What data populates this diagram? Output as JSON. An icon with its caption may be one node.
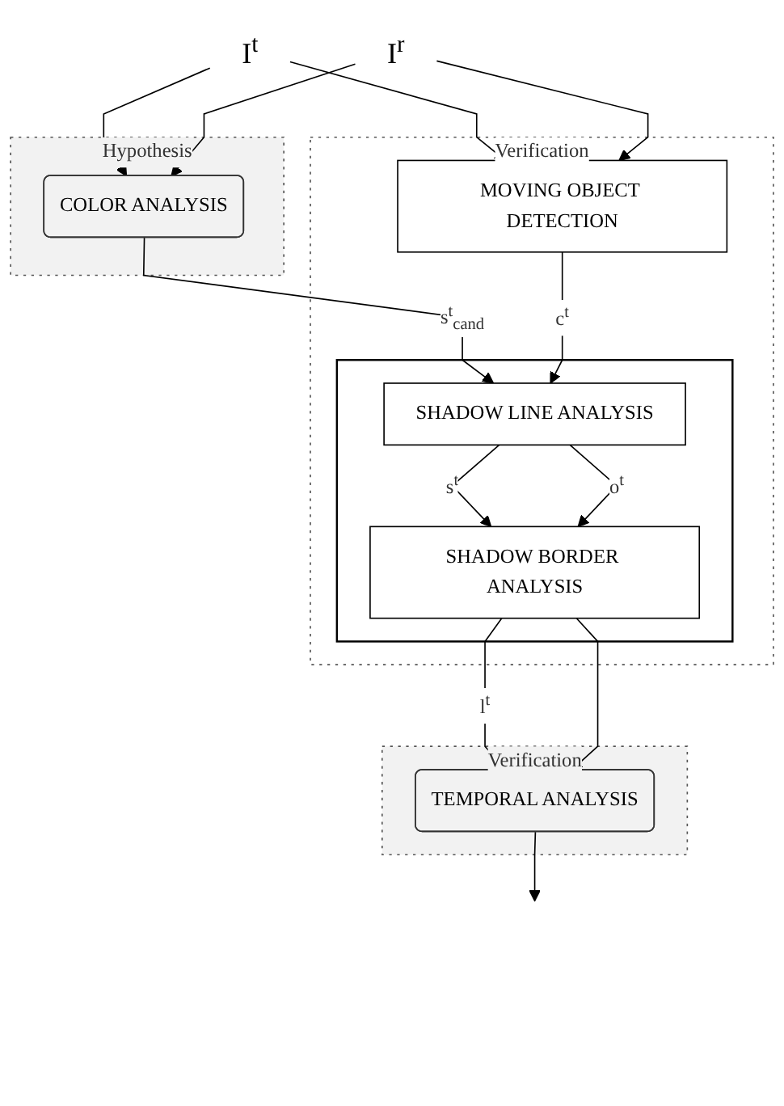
{
  "diagram": {
    "nodes": [
      {
        "text": [
          "I$^{t}$"
        ]
      },
      {
        "text": [
          "I$^{r}$"
        ]
      },
      {
        "text": [
          "Hypothesis"
        ]
      },
      {
        "text": [
          "COLOR ANALYSIS"
        ],
        "in": 2
      },
      {
        "text": [
          "Verification"
        ]
      },
      {
        "text": [],
        "shape": "box",
        "in": 4
      },
      {
        "text": [
          "SHADOW LINE ANALYSIS"
        ],
        "in": 5
      },
      {
        "text": [
          "SHADOW BORDER ANALYSIS"
        ],
        "in": 5
      },
      {
        "text": [
          "MOVING OBJECT DETECTION"
        ],
        "in": 4
      },
      {
        "text": [
          "Verification"
        ]
      },
      {
        "text": [
          "TEMPORAL ANALYSIS"
        ],
        "in": 9
      }
    ],
    "edges": [
      {
        "from": 0,
        "to": 3,
        "arrow": "to"
      },
      {
        "from": 1,
        "to": 3,
        "arrow": "to"
      },
      {
        "from": 0,
        "to": 8,
        "arrow": "to"
      },
      {
        "from": 1,
        "to": 8,
        "arrow": "to"
      },
      {
        "from": 3,
        "to": 6,
        "label": "s$^{t}$$_{cand}$",
        "arrow": "to"
      },
      {
        "from": 8,
        "to": 6,
        "label": "c$^{t}$",
        "arrow": "to"
      },
      {
        "from": 6,
        "to": 7,
        "label": "s$^{t}$",
        "arrow": "to"
      },
      {
        "from": 6,
        "to": 7,
        "label": "o$^{t}$",
        "arrow": "to"
      },
      {
        "from": 7,
        "to": 10,
        "label": "l$^{t}$",
        "arrow": "to"
      },
      {
        "from": 7,
        "to": 10,
        "arrow": "to"
      },
      {
        "from": 10,
        "to": null,
        "arrow": "to"
      }
    ]
  }
}
